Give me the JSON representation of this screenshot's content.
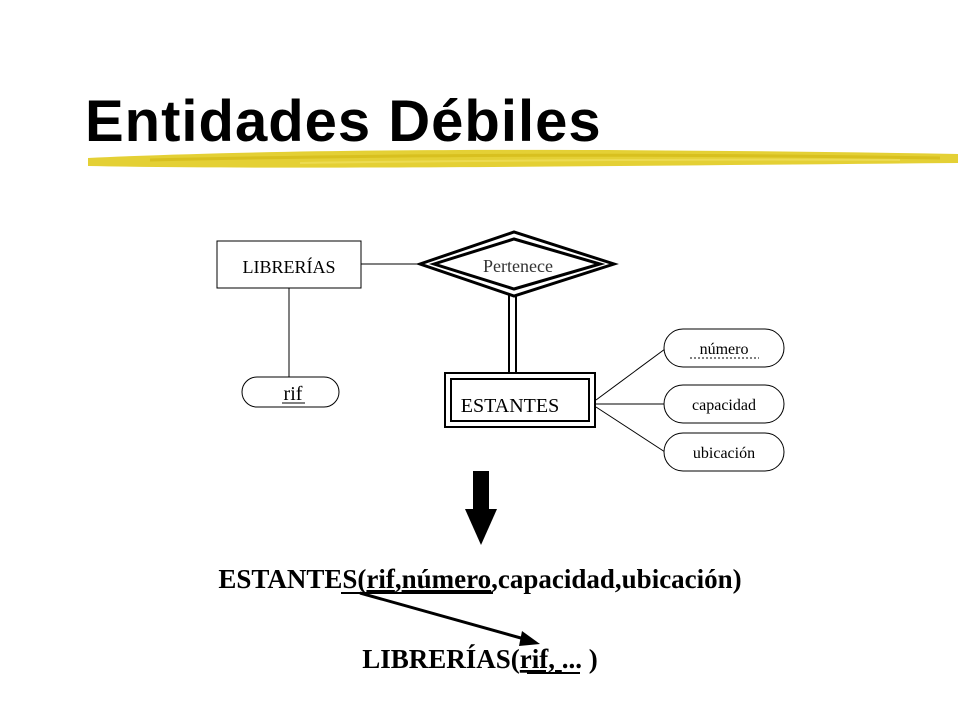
{
  "slide": {
    "title": "Entidades Débiles",
    "accent_color": "#E3CE2A"
  },
  "diagram": {
    "entities": {
      "librerias": "LIBRERÍAS",
      "estantes": "ESTANTES"
    },
    "relationship": "Pertenece",
    "attributes": {
      "rif": "rif",
      "numero": "número",
      "capacidad": "capacidad",
      "ubicacion": "ubicación"
    },
    "arrow_icon": "down-arrow-icon"
  },
  "schema": {
    "estantes_relation": {
      "name": "ESTANTES(",
      "key_rif": "rif",
      "comma1": ",",
      "key_numero": "número",
      "rest": ",capacidad,ubicación)"
    },
    "librerias_relation": {
      "name": "LIBRERÍAS(",
      "key_rif": "rif, ",
      "rest": "... )"
    }
  }
}
